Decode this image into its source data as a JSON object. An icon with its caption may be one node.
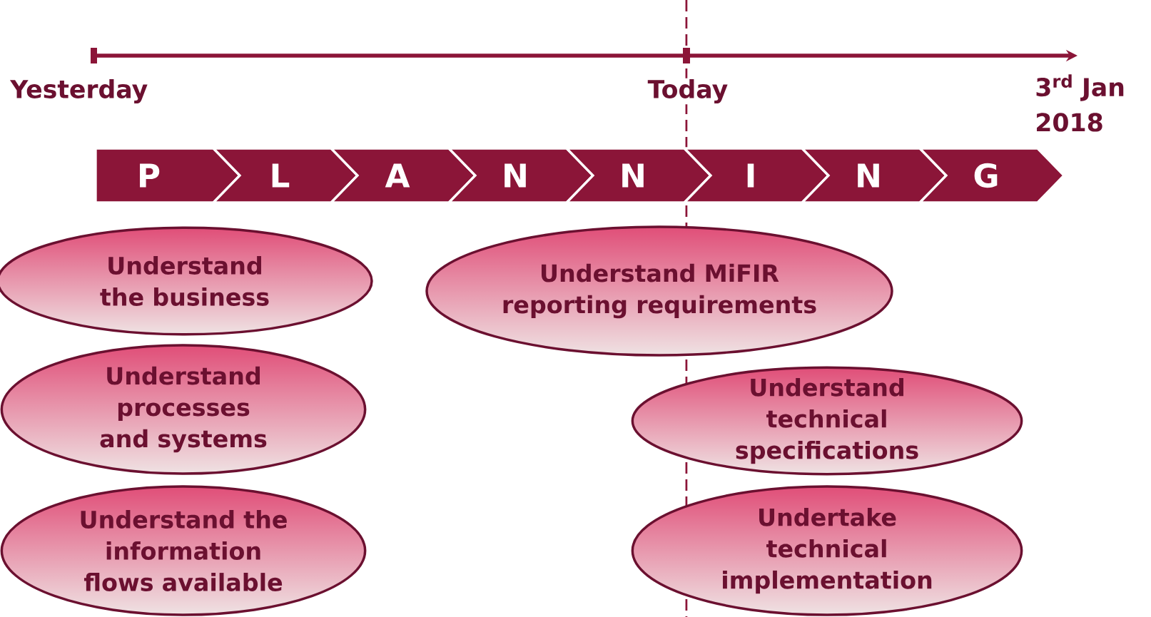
{
  "diagram": {
    "nodes": [
      {
        "text": [
          "P"
        ]
      },
      {
        "text": [
          "L"
        ]
      },
      {
        "text": [
          "A"
        ]
      },
      {
        "text": [
          "N"
        ]
      },
      {
        "text": [
          "N"
        ]
      },
      {
        "text": [
          "I"
        ]
      },
      {
        "text": [
          "N"
        ]
      },
      {
        "text": [
          "G"
        ]
      },
      {
        "text": [
          "Understand the business"
        ]
      },
      {
        "text": [
          "Understand processes and systems"
        ]
      },
      {
        "text": [
          "Understand the information flows available"
        ]
      },
      {
        "text": [
          "Understand MiFIR reporting requirements"
        ]
      },
      {
        "text": [
          "Understand technical specifications"
        ]
      },
      {
        "text": [
          "Undertake technical implementation"
        ]
      }
    ],
    "labels": [
      "Yesterday",
      "Today",
      "3$^{rd}$ Jan 2018"
    ]
  }
}
